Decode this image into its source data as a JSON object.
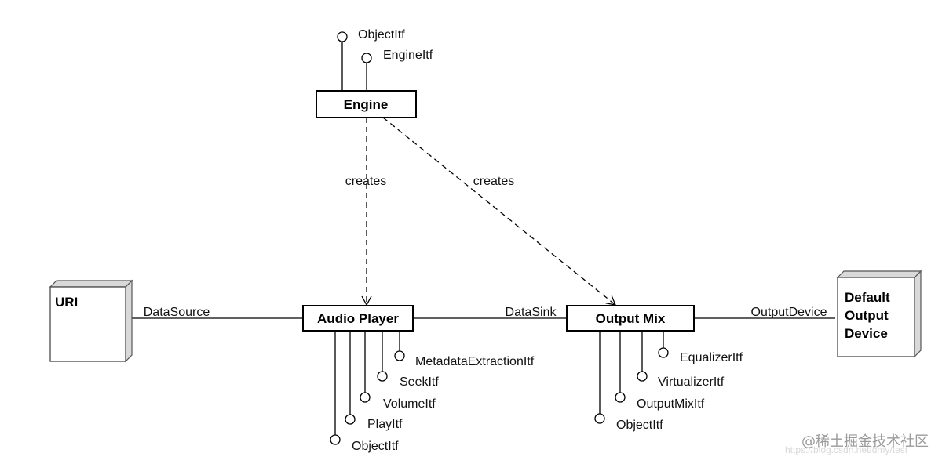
{
  "engine": {
    "label": "Engine",
    "interfaces": [
      "ObjectItf",
      "EngineItf"
    ]
  },
  "audio_player": {
    "label": "Audio Player",
    "interfaces": [
      "MetadataExtractionItf",
      "SeekItf",
      "VolumeItf",
      "PlayItf",
      "ObjectItf"
    ]
  },
  "output_mix": {
    "label": "Output Mix",
    "interfaces": [
      "EqualizerItf",
      "VirtualizerItf",
      "OutputMixItf",
      "ObjectItf"
    ]
  },
  "uri_node": {
    "label": "URI"
  },
  "device_node": {
    "lines": [
      "Default",
      "Output",
      "Device"
    ]
  },
  "edges": {
    "creates_player": "creates",
    "creates_mix": "creates",
    "data_source": "DataSource",
    "data_sink": "DataSink",
    "output_device": "OutputDevice"
  },
  "watermark": {
    "text": "@稀土掘金技术社区",
    "faint": "https://blog.csdn.net/dmy/test"
  }
}
